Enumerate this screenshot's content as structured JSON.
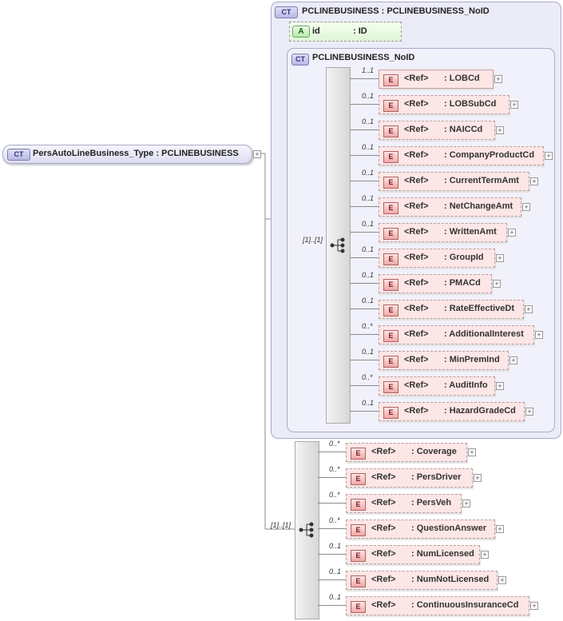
{
  "root": {
    "badge": "CT",
    "label": "PersAutoLineBusiness_Type : PCLINEBUSINESS"
  },
  "pcline": {
    "badge": "CT",
    "title": "PCLINEBUSINESS : PCLINEBUSINESS_NoID",
    "attribute": {
      "badge": "A",
      "name": "id",
      "type": ": ID"
    },
    "inner": {
      "badge": "CT",
      "title": "PCLINEBUSINESS_NoID"
    },
    "sequence_card": "[1]..[1]",
    "elements": [
      {
        "card": "1..1",
        "ref": "<Ref>",
        "name": ": LOBCd"
      },
      {
        "card": "0..1",
        "ref": "<Ref>",
        "name": ": LOBSubCd"
      },
      {
        "card": "0..1",
        "ref": "<Ref>",
        "name": ": NAICCd"
      },
      {
        "card": "0..1",
        "ref": "<Ref>",
        "name": ": CompanyProductCd"
      },
      {
        "card": "0..1",
        "ref": "<Ref>",
        "name": ": CurrentTermAmt"
      },
      {
        "card": "0..1",
        "ref": "<Ref>",
        "name": ": NetChangeAmt"
      },
      {
        "card": "0..1",
        "ref": "<Ref>",
        "name": ": WrittenAmt"
      },
      {
        "card": "0..1",
        "ref": "<Ref>",
        "name": ": GroupId"
      },
      {
        "card": "0..1",
        "ref": "<Ref>",
        "name": ": PMACd"
      },
      {
        "card": "0..1",
        "ref": "<Ref>",
        "name": ": RateEffectiveDt"
      },
      {
        "card": "0..*",
        "ref": "<Ref>",
        "name": ": AdditionalInterest"
      },
      {
        "card": "0..1",
        "ref": "<Ref>",
        "name": ": MinPremInd"
      },
      {
        "card": "0..*",
        "ref": "<Ref>",
        "name": ": AuditInfo"
      },
      {
        "card": "0..1",
        "ref": "<Ref>",
        "name": ": HazardGradeCd"
      }
    ]
  },
  "outer_sequence": {
    "card": "[1]..[1]",
    "elements": [
      {
        "card": "0..*",
        "ref": "<Ref>",
        "name": ": Coverage"
      },
      {
        "card": "0..*",
        "ref": "<Ref>",
        "name": ": PersDriver"
      },
      {
        "card": "0..*",
        "ref": "<Ref>",
        "name": ": PersVeh"
      },
      {
        "card": "0..*",
        "ref": "<Ref>",
        "name": ": QuestionAnswer"
      },
      {
        "card": "0..1",
        "ref": "<Ref>",
        "name": ": NumLicensed"
      },
      {
        "card": "0..1",
        "ref": "<Ref>",
        "name": ": NumNotLicensed"
      },
      {
        "card": "0..1",
        "ref": "<Ref>",
        "name": ": ContinuousInsuranceCd"
      }
    ]
  },
  "icons": {
    "expand": "plus-box-icon",
    "sequence": "sequence-compositor-icon",
    "complex_type": "complex-type-icon"
  },
  "colors": {
    "element_fill": "#fde6e6",
    "complextype_fill": "#ececf8",
    "attribute_fill": "#e6f8de"
  }
}
